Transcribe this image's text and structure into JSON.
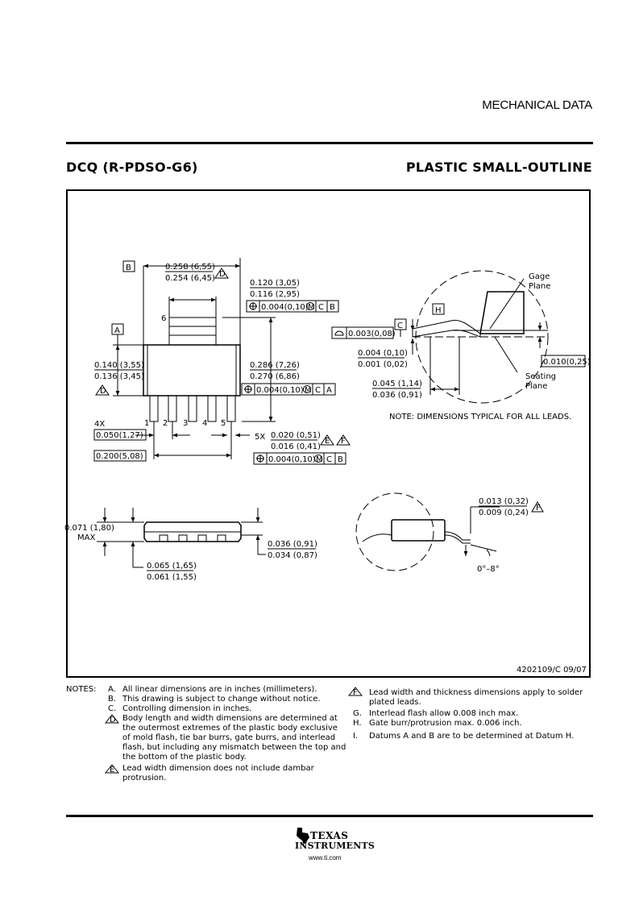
{
  "header": {
    "section": "MECHANICAL DATA"
  },
  "package": {
    "code": "DCQ (R-PDSO-G6)",
    "type": "PLASTIC SMALL-OUTLINE"
  },
  "drawing": {
    "datum_b": "B",
    "datum_a": "A",
    "datum_c": "C",
    "datum_h": "H",
    "dim_body_len_max": "0.258 (6,55)",
    "dim_body_len_min": "0.254 (6,45)",
    "note_d": "D",
    "dim_tab_max": "0.120 (3,05)",
    "dim_tab_min": "0.116 (2,95)",
    "fcf_top": "0.004(0,10)",
    "fcf_mid": "0.004(0,10)",
    "fcf_bot": "0.004(0,10)",
    "fcf_m": "M",
    "fcf_c": "C",
    "fcf_b": "B",
    "fcf_a": "A",
    "pin6": "6",
    "pin1": "1",
    "pin2": "2",
    "pin3": "3",
    "pin4": "4",
    "pin5": "5",
    "dim_body_w_max": "0.140 (3,55)",
    "dim_body_w_min": "0.136 (3,45)",
    "dim_total_max": "0.286 (7,26)",
    "dim_total_min": "0.270 (6,86)",
    "pitch_count": "4X",
    "pitch": "0.050(1,27)",
    "lead_count": "5X",
    "lead_w_max": "0.020 (0,51)",
    "lead_w_min": "0.016 (0,41)",
    "note_e": "E",
    "note_f": "F",
    "span": "0.200(5,08)",
    "coplanarity": "0.003(0,08)",
    "standoff_max": "0.004 (0,10)",
    "standoff_min": "0.001 (0,02)",
    "foot_max": "0.045 (1,14)",
    "foot_min": "0.036 (0,91)",
    "gage_plane": [
      "Gage",
      "Plane"
    ],
    "seating_plane": [
      "Seating",
      "Plane"
    ],
    "gage_tol": "0.010(0,25)",
    "typical_note": "NOTE: DIMENSIONS TYPICAL FOR ALL LEADS.",
    "height_max": "0.071 (1,80)",
    "height_max_label": "MAX",
    "body_h_max": "0.065 (1,65)",
    "body_h_min": "0.061 (1,55)",
    "lead_h_max": "0.036 (0,91)",
    "lead_h_min": "0.034 (0,87)",
    "thick_max": "0.013 (0,32)",
    "thick_min": "0.009 (0,24)",
    "angle": "0°–8°",
    "doc_id": "4202109/C 09/07"
  },
  "notes": {
    "label": "NOTES:",
    "left": [
      {
        "key": "A.",
        "text": "All linear dimensions are in inches (millimeters)."
      },
      {
        "key": "B.",
        "text": "This drawing is subject to change without notice."
      },
      {
        "key": "C.",
        "text": "Controlling dimension in inches."
      },
      {
        "key": "D",
        "lines": [
          "Body length and width dimensions are determined at",
          "the outermost extremes of the plastic body exclusive",
          "of mold flash, tie bar burrs, gate burrs, and interlead",
          "flash, but including any mismatch between the top and",
          "the bottom of the plastic body."
        ]
      },
      {
        "key": "E",
        "lines": [
          "Lead width dimension does not include dambar",
          "protrusion."
        ]
      }
    ],
    "right": [
      {
        "key": "F",
        "lines": [
          "Lead width and thickness dimensions apply to solder",
          "plated leads."
        ]
      },
      {
        "key": "G.",
        "text": "Interlead flash allow 0.008 inch max."
      },
      {
        "key": "H.",
        "text": "Gate burr/protrusion max. 0.006 inch."
      },
      {
        "key": "I.",
        "text": "Datums A and B are to be determined at Datum H."
      }
    ]
  },
  "footer": {
    "brand_line1": "TEXAS",
    "brand_line2": "INSTRUMENTS",
    "url": "www.ti.com"
  }
}
